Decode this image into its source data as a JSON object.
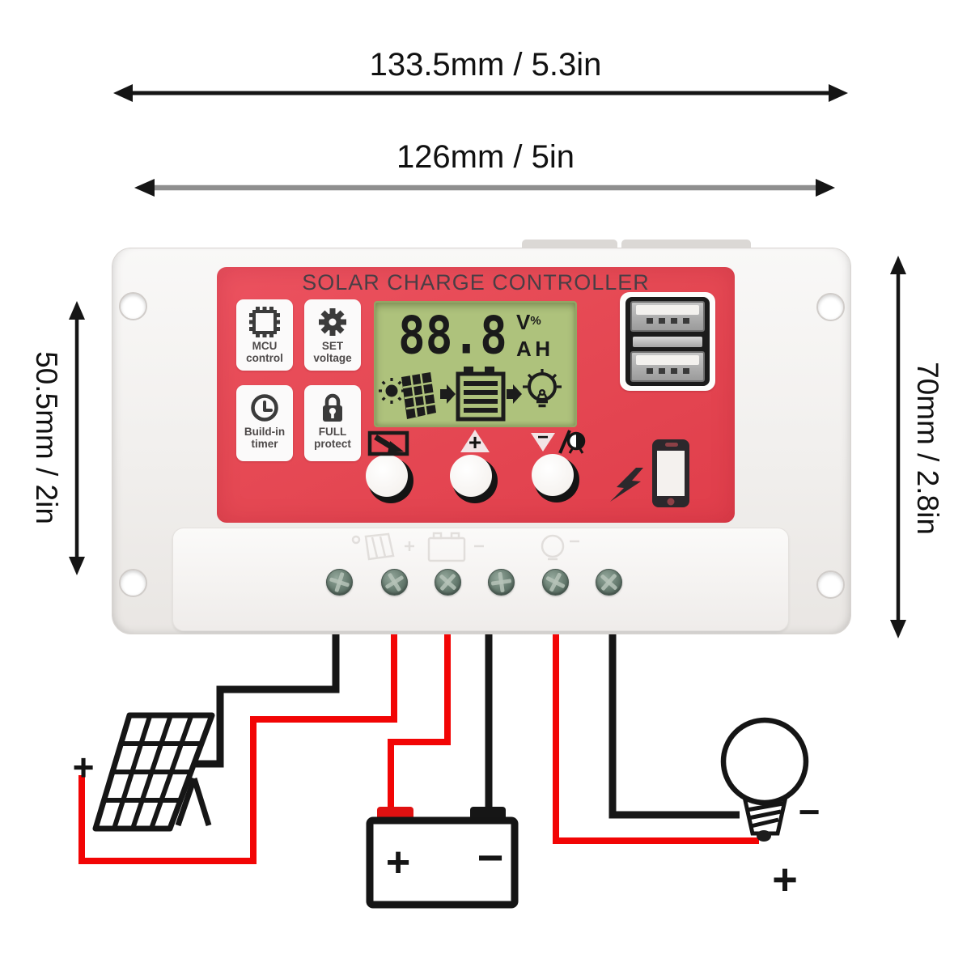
{
  "dimensions": {
    "outer_width": "133.5mm / 5.3in",
    "terminal_width": "126mm / 5in",
    "mount_height": "50.5mm / 2in",
    "body_height": "70mm / 2.8in"
  },
  "device": {
    "title": "SOLAR CHARGE CONTROLLER",
    "features": [
      {
        "line1": "MCU",
        "line2": "control",
        "icon": "chip-icon"
      },
      {
        "line1": "SET",
        "line2": "voltage",
        "icon": "gear-icon"
      },
      {
        "line1": "Build-in",
        "line2": "timer",
        "icon": "clock-icon"
      },
      {
        "line1": "FULL",
        "line2": "protect",
        "icon": "lock-icon"
      }
    ],
    "lcd": {
      "value": "88.8",
      "unit_v": "V",
      "unit_pct": "%",
      "unit_a": "A",
      "unit_h": "H"
    },
    "button_labels": {
      "plus": "+",
      "minus": "−"
    },
    "icons": {
      "usb": "dual-usb-ports",
      "battery_select": "battery-slash-icon",
      "lightning": "lightning-icon",
      "phone": "phone-icon",
      "lcd_flow": [
        "sun-icon",
        "solar-panel-icon",
        "arrow-right-icon",
        "battery-icon",
        "arrow-right-icon",
        "bulb-icon"
      ]
    }
  },
  "wiring": {
    "solar_plus": "+",
    "battery_plus": "+",
    "battery_minus": "−",
    "bulb_minus": "−",
    "bulb_plus": "+"
  },
  "colors": {
    "panel_red": "#e64a55",
    "lcd_green": "#aec27c",
    "wire_red": "#f20505",
    "wire_black": "#161616",
    "screw_green": "#65796e",
    "body_white": "#f3f1ef"
  }
}
